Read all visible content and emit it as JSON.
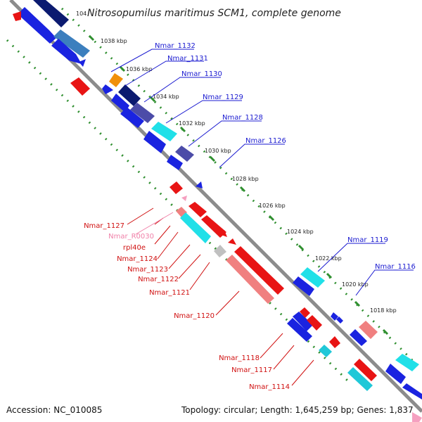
{
  "title": "Nitrosopumilus maritimus SCM1, complete genome",
  "title_prefix": "104",
  "accession": "Accession: NC_010085",
  "topology": "Topology: circular; Length: 1,645,259 bp; Genes: 1,837",
  "colors": {
    "backbone": "#8c8c8c",
    "ruler": "#2f8f2f",
    "forward_label": "#1a1ad0",
    "reverse_label": "#d01010",
    "rna_label": "#f080a8"
  },
  "kbp_ticks": [
    "1038 kbp",
    "1036 kbp",
    "1034 kbp",
    "1032 kbp",
    "1030 kbp",
    "1028 kbp",
    "1026 kbp",
    "1024 kbp",
    "1022 kbp",
    "1020 kbp",
    "1018 kbp"
  ],
  "forward_labels": [
    "Nmar_1132",
    "Nmar_1131",
    "Nmar_1130",
    "Nmar_1129",
    "Nmar_1128",
    "Nmar_1126",
    "Nmar_1119",
    "Nmar_1116"
  ],
  "reverse_labels": [
    "Nmar_1127",
    "Nmar_R0030",
    "rpl40e",
    "Nmar_1124",
    "Nmar_1123",
    "Nmar_1122",
    "Nmar_1121",
    "Nmar_1120",
    "Nmar_1118",
    "Nmar_1117",
    "Nmar_1114"
  ]
}
